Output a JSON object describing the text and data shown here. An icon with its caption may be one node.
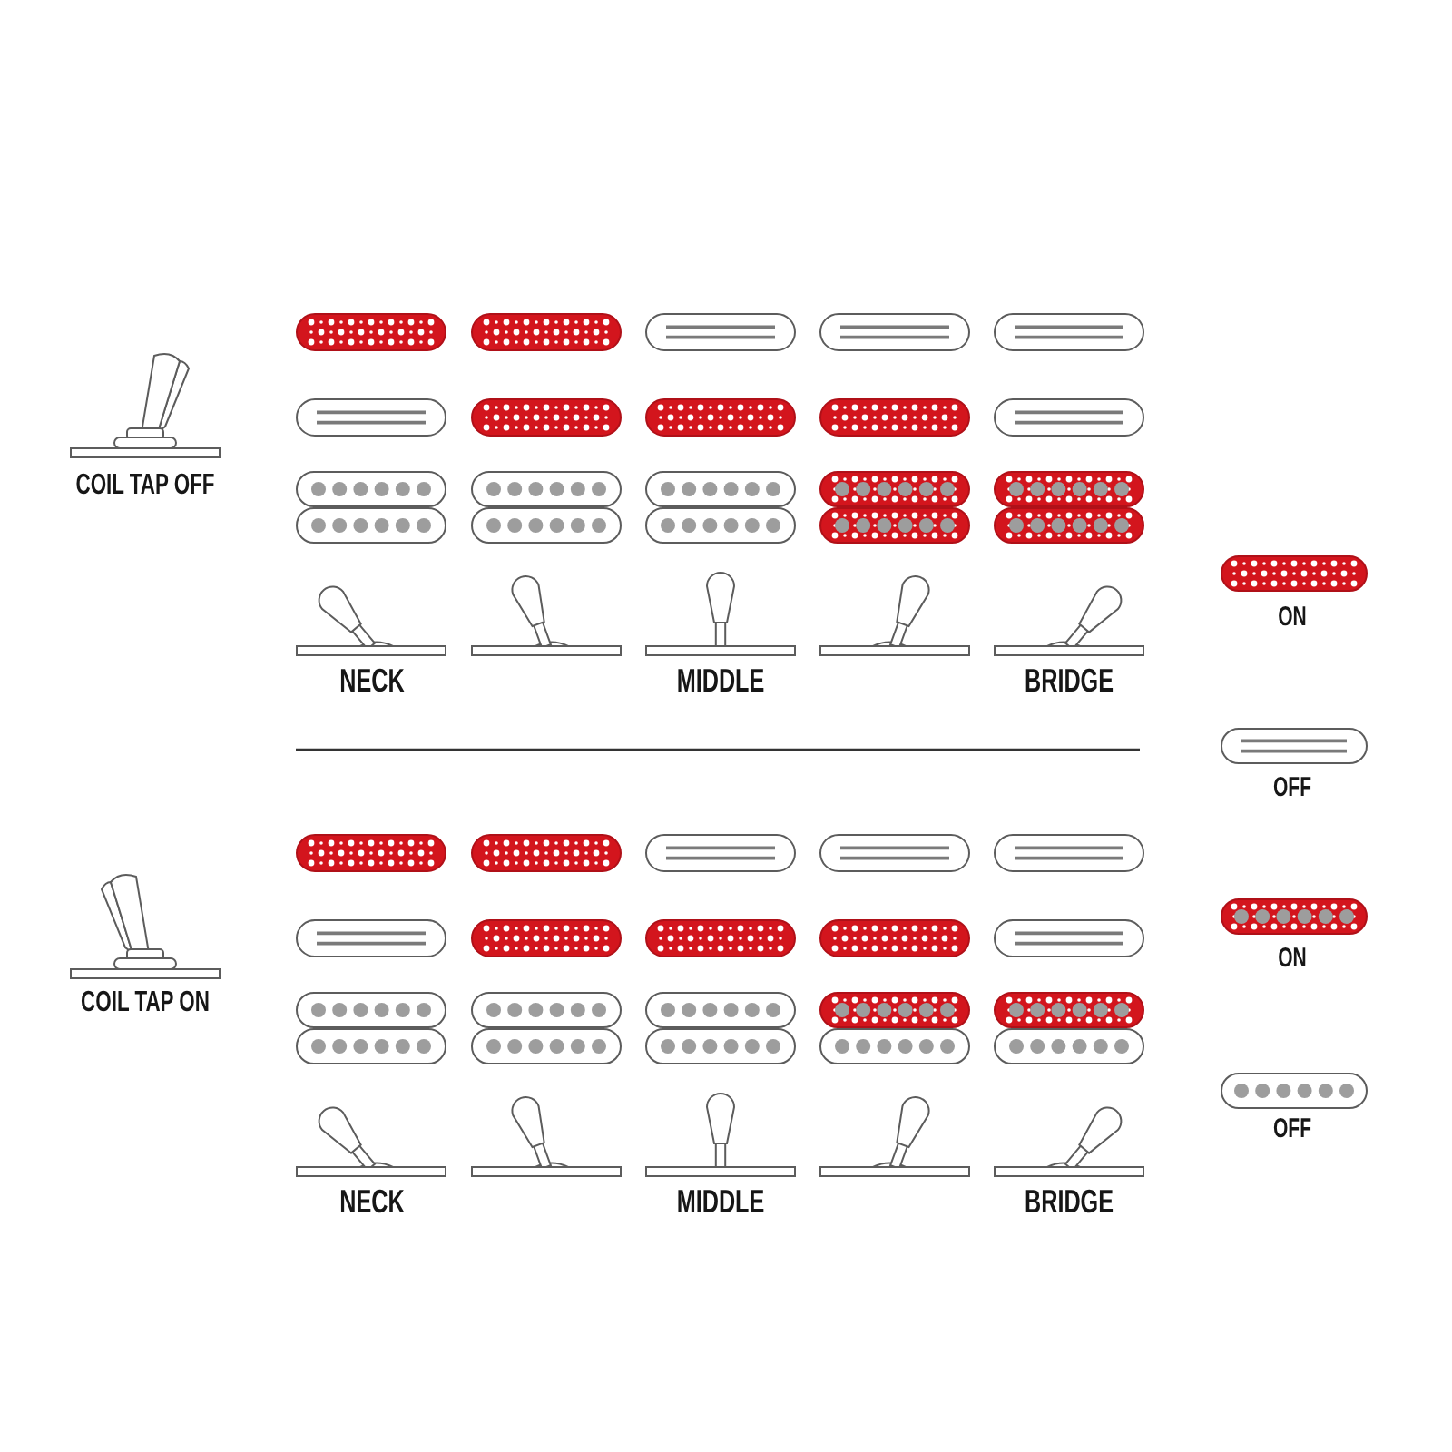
{
  "diagram": {
    "labels": [
      "COIL TAP OFF",
      "NECK",
      "MIDDLE",
      "BRIDGE",
      "COIL TAP ON",
      "NECK",
      "MIDDLE",
      "BRIDGE"
    ],
    "legend": [
      {
        "text": "ON"
      },
      {
        "text": "OFF"
      },
      {
        "text": "ON"
      },
      {
        "text": "OFF"
      }
    ]
  }
}
